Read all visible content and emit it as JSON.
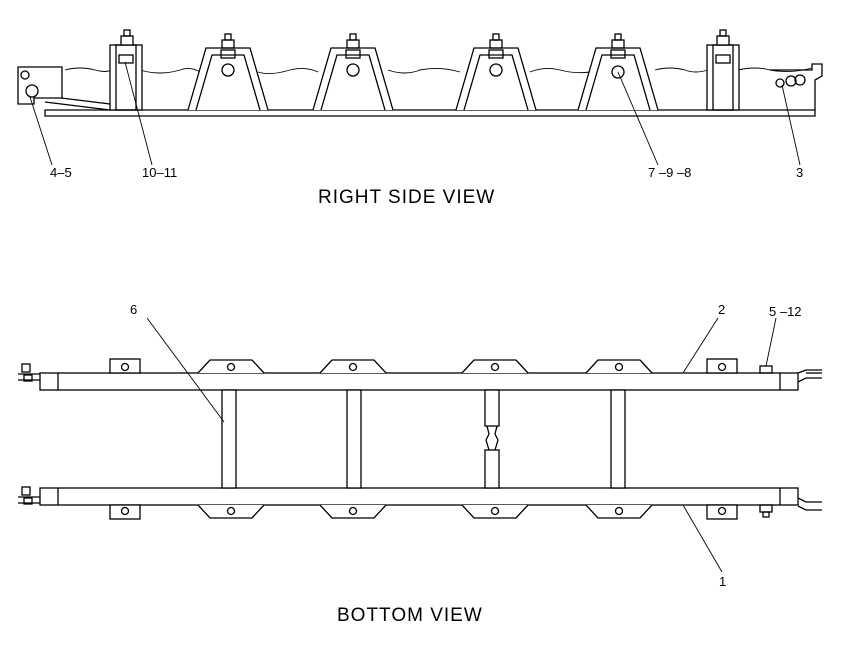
{
  "views": {
    "side": {
      "title": "RIGHT SIDE VIEW"
    },
    "bottom": {
      "title": "BOTTOM VIEW"
    }
  },
  "callouts": {
    "c_4_5": "4–5",
    "c_10_11": "10–11",
    "c_7_9_8": "7 –9 –8",
    "c_3": "3",
    "c_6": "6",
    "c_2": "2",
    "c_5_12": "5 –12",
    "c_1": "1"
  }
}
